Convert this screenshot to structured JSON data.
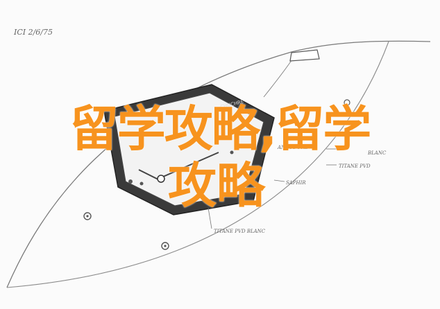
{
  "overlay": {
    "line1": "留学攻略,留学",
    "line2": "攻略"
  },
  "sketch_notes": {
    "corner_label": "ICI 2/6/75",
    "bezel_engraving": "CHUCHRE",
    "bezel_label": "ANAUDORE",
    "label_right_1": "BLANC",
    "label_right_2": "TITANE PVD",
    "label_center": "SAPHIR",
    "label_bottom": "TITANE PVD BLANC"
  },
  "colors": {
    "title": "#f7931e",
    "pencil": "#555555",
    "paper": "#fbfbfb"
  }
}
